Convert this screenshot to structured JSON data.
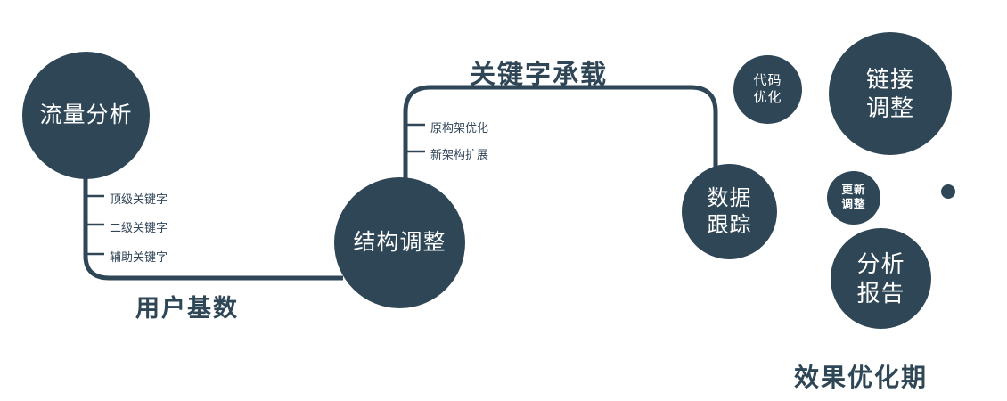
{
  "palette": {
    "primary": "#2e4656",
    "background": "#ffffff",
    "node_text": "#ffffff"
  },
  "main_flow": {
    "traffic_node": {
      "label": "流量分析"
    },
    "structure_node": {
      "label": "结构调整"
    },
    "tracking_node": {
      "label_line1": "数据",
      "label_line2": "跟踪"
    },
    "edge_user_base": {
      "label": "用户基数"
    },
    "edge_keyword_load": {
      "label": "关键字承载"
    },
    "traffic_branches": [
      "顶级关键字",
      "二级关键字",
      "辅助关键字"
    ],
    "structure_branches": [
      "原构架优化",
      "新架构扩展"
    ]
  },
  "side_nodes": {
    "code_opt": {
      "line1": "代码",
      "line2": "优化"
    },
    "link_adjust": {
      "line1": "链接",
      "line2": "调整"
    },
    "update_adjust": {
      "line1": "更新",
      "line2": "调整"
    },
    "analysis_report": {
      "line1": "分析",
      "line2": "报告"
    }
  },
  "footer": {
    "label": "效果优化期"
  }
}
